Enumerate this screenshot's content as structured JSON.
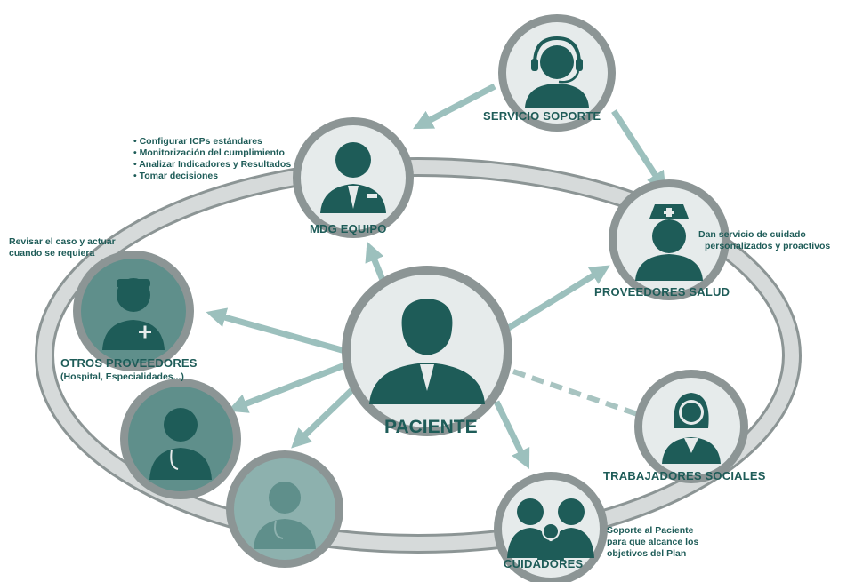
{
  "colors": {
    "ring": "#cfd3d3",
    "ring_border": "#8c9595",
    "circle_bg": "#e6ebeb",
    "icon": "#1e5c58",
    "arrow": "#9cc0bd",
    "dashed": "#a8c4c1",
    "teal_circle": "#5f8f8b",
    "teal_circle_light": "#8db1ae",
    "text": "#1e5c58"
  },
  "nodes": {
    "paciente": {
      "label": "PACIENTE",
      "icon": "person-bust-icon"
    },
    "servicio_soporte": {
      "label": "SERVICIO SOPORTE",
      "icon": "headset-operator-icon"
    },
    "mdg_equipo": {
      "label": "MDG EQUIPO",
      "icon": "suited-staff-icon"
    },
    "proveedores_salud": {
      "label": "PROVEEDORES SALUD",
      "icon": "nurse-cap-icon"
    },
    "otros_proveedores": {
      "label": "OTROS PROVEEDORES",
      "sublabel": "(Hospital, Especialidades...)",
      "icon": "surgeon-icon"
    },
    "trabajadores_sociales": {
      "label": "TRABAJADORES SOCIALES",
      "icon": "woman-icon"
    },
    "cuidadores": {
      "label": "CUIDADORES",
      "icon": "family-icon"
    },
    "doctor_1": {
      "icon": "doctor-stethoscope-icon"
    },
    "doctor_2": {
      "icon": "doctor-stethoscope-icon"
    }
  },
  "notes": {
    "mdg_tasks": [
      "Configurar ICPs estándares",
      "Monitorización del cumplimiento",
      "Analizar Indicadores y Resultados",
      "Tomar decisiones"
    ],
    "otros_note": [
      "Revisar el caso y actuar",
      "cuando se requiera"
    ],
    "salud_note": [
      "Dan servicio de cuidado",
      "personalizados y proactivos"
    ],
    "cuidadores_note": [
      "Soporte al Paciente",
      "para que alcance los",
      "objetivos del Plan"
    ]
  }
}
